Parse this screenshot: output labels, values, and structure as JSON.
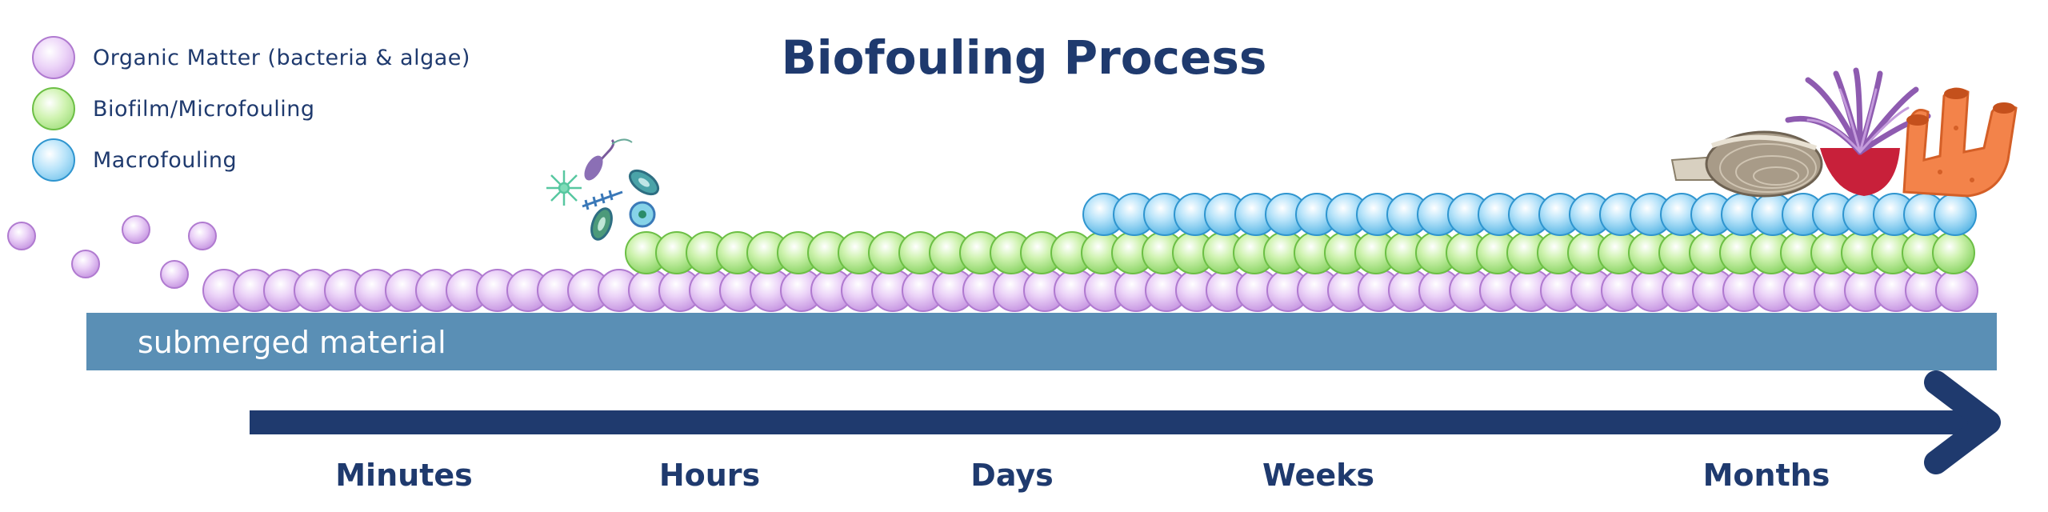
{
  "title": "Biofouling Process",
  "legend": [
    {
      "label": "Organic Matter (bacteria & algae)",
      "color": "#e6c9f5"
    },
    {
      "label": "Biofilm/Microfouling",
      "color": "#c2ef9e"
    },
    {
      "label": "Macrofouling",
      "color": "#a6dcf6"
    }
  ],
  "substrate": {
    "label": "submerged material",
    "color": "#5a8fb5"
  },
  "timeline": [
    "Minutes",
    "Hours",
    "Days",
    "Weeks",
    "Months"
  ],
  "colors": {
    "text": "#1f3a6e",
    "arrow": "#1f3a6e"
  }
}
